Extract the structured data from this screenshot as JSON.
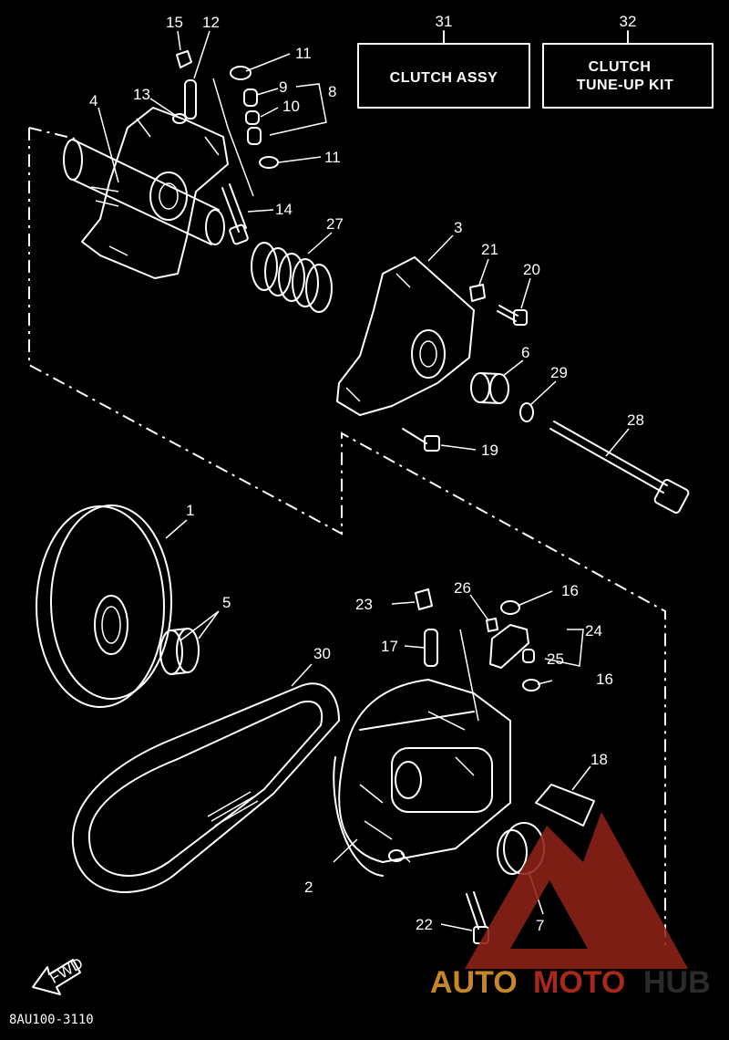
{
  "diagram": {
    "boxes": [
      {
        "number": "31",
        "lines": [
          "CLUTCH ASSY"
        ]
      },
      {
        "number": "32",
        "lines": [
          "CLUTCH",
          "TUNE-UP KIT"
        ]
      }
    ],
    "callouts": [
      "15",
      "12",
      "11",
      "9",
      "8",
      "10",
      "13",
      "4",
      "11",
      "14",
      "27",
      "3",
      "21",
      "20",
      "6",
      "29",
      "19",
      "28",
      "1",
      "5",
      "30",
      "23",
      "26",
      "16",
      "24",
      "17",
      "25",
      "16",
      "18",
      "2",
      "22",
      "7"
    ],
    "fwd_label": "FWD",
    "drawing_code": "8AU100-3110"
  },
  "watermark": {
    "text_parts": [
      "AUTO",
      "MOTO",
      "HUB"
    ],
    "colors": {
      "auto": "#c6862a",
      "moto": "#a8281c",
      "hub": "#2b2b2b",
      "logo": "#8e2218"
    }
  }
}
